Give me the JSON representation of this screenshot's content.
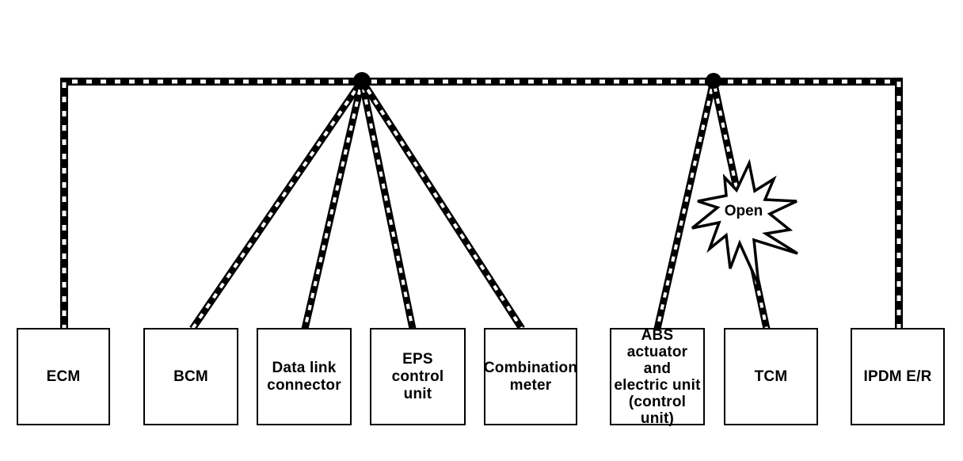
{
  "diagram": {
    "kind": "can-bus-topology",
    "junction_node_count": 2,
    "boxes": [
      {
        "id": "ecm",
        "label": "ECM"
      },
      {
        "id": "bcm",
        "label": "BCM"
      },
      {
        "id": "data-link-connector",
        "label": "Data link\nconnector"
      },
      {
        "id": "eps-control-unit",
        "label": "EPS\ncontrol\nunit"
      },
      {
        "id": "combination-meter",
        "label": "Combination\nmeter"
      },
      {
        "id": "abs-actuator",
        "label": "ABS\nactuator\nand\nelectric unit\n(control unit)"
      },
      {
        "id": "tcm",
        "label": "TCM"
      },
      {
        "id": "ipdm",
        "label": "IPDM E/R"
      }
    ],
    "fault": {
      "label": "Open"
    },
    "colors": {
      "line": "#000000",
      "dash": "#ffffff",
      "background": "#ffffff",
      "box_fill": "#ffffff",
      "box_border": "#000000"
    }
  }
}
